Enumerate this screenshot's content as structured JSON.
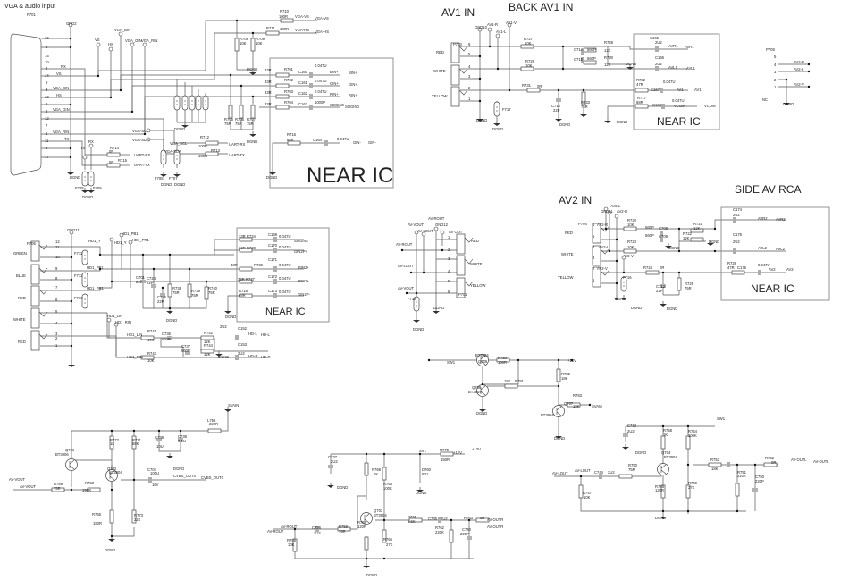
{
  "vga": {
    "labels": [
      "VGA & audio input",
      "P701",
      "GND2",
      "16",
      "5",
      "15",
      "10",
      "4",
      "14",
      "9",
      "3",
      "13",
      "8",
      "2",
      "12",
      "7",
      "1",
      "11",
      "6",
      "17",
      "RX",
      "VS",
      "VGA_BIN",
      "HS",
      "VGA_GIN",
      "VGA_RIN",
      "TX",
      "VS",
      "HS",
      "VGA_BIN",
      "VGA_GIN",
      "VGA_RIN",
      "R710",
      "100R",
      "VGA-VS",
      "VGA-VS",
      "R711",
      "100R",
      "VGA-HS",
      "VGA-HS",
      "R708",
      "10K",
      "R709",
      "10K",
      "DGND",
      "33R",
      "33R",
      "33R",
      "33R",
      "R701",
      "R702",
      "R703",
      "R704",
      "C160",
      "C161",
      "C162",
      "C163",
      "0.047U",
      "0.047U",
      "0.047U",
      "1000P",
      "BIN+",
      "GIN+",
      "RIN+",
      "SOGIN0",
      "BIN+",
      "GIN+",
      "RIN+",
      "SOGIN0",
      "R705",
      "75R",
      "R706",
      "75R",
      "R707",
      "75R",
      "DGND",
      "VGA-SCL",
      "VGA-SDA",
      "VGA_SCL",
      "VGA-SDA",
      "R712",
      "100R",
      "R713",
      "100R",
      "UART-RX",
      "UART-TX",
      "R714",
      "0R",
      "R715",
      "0R",
      "UART-RX",
      "UART-TX",
      "TX",
      "RX",
      "F706",
      "F707",
      "F708",
      "F709",
      "R716",
      "68R",
      "C164",
      "0.047U",
      "GIN-",
      "GIN-",
      "NEAR   IC",
      "DGND",
      "DGND",
      "DGND",
      "DGND",
      "DGND",
      "DGND"
    ]
  },
  "av1": {
    "labels": [
      "AV1 IN",
      "BACK AV1  IN",
      "P703",
      "GND10",
      "AV1-R",
      "AV1-L",
      "AV1-V",
      "RED",
      "WHITE",
      "YELLOW",
      "6",
      "5",
      "4",
      "3",
      "2",
      "1",
      "R727",
      "10K",
      "R729",
      "10K",
      "R731",
      "0R",
      "C714",
      "560P",
      "C715",
      "560P",
      "R728",
      "12K",
      "R730",
      "12K",
      "DGND",
      "C165",
      "2U2",
      "AVR1",
      "AVR1",
      "C166",
      "2U2",
      "AVL1",
      "AVL1",
      "R732",
      "47R",
      "C167",
      "0.047U",
      "AV1",
      "AV1",
      "R717",
      "68R",
      "C168",
      "0.047U",
      "VCOM",
      "VCOM",
      "DGND",
      "C710",
      "22P",
      "R733",
      "75R",
      "DGND",
      "F717",
      "DGND",
      "DGND",
      "NEAR   IC",
      "P708",
      "5",
      "4",
      "3",
      "2",
      "1",
      "AV2-R",
      "AV2-L",
      "AV2-V",
      "NC",
      "DGND"
    ]
  },
  "hd": {
    "labels": [
      "P706",
      "GND11",
      "GREEN",
      "BLUE",
      "RED",
      "WHITE",
      "RED",
      "12",
      "11",
      "10",
      "9",
      "8",
      "7",
      "6",
      "5",
      "4",
      "3",
      "2",
      "1",
      "HD1_Y",
      "HD1_PB1",
      "HD1_PR1",
      "F711",
      "F712",
      "F713",
      "HD1_PB1",
      "HD1_Y",
      "HD1_PR1",
      "C701",
      "22P",
      "C724",
      "22P",
      "C725",
      "22P",
      "R738",
      "75R",
      "R739",
      "75R",
      "R740",
      "75R",
      "DGND",
      "33R  R734",
      "33R  R728",
      "C169",
      "C170",
      "C171",
      "C172",
      "C173",
      "0.047U",
      "0.047U",
      "0.047U",
      "0.047U",
      "0.047U",
      "SOGIN2",
      "GIN2P+",
      "BIN2+",
      "RIN2+",
      "GIN2P-",
      "33R",
      "R736",
      "33R  R737",
      "R718",
      "68R",
      "DGND",
      "NEAR   IC",
      "HD1_LIN",
      "HD1_RIN",
      "HD1_LIN",
      "HD1_RIN",
      "R741",
      "10K",
      "R743",
      "10K",
      "C736",
      "560P",
      "C737",
      "560P",
      "R742",
      "12K",
      "R744",
      "12K",
      "DGND",
      "2U2",
      "C152",
      "HD-L",
      "HD-L",
      "C153",
      "2U2",
      "HD-R",
      "HD-R"
    ]
  },
  "avout": {
    "labels": [
      "AV-VOUT",
      "AV-ROUT",
      "GND12",
      "AV-LOUT",
      "AV OUT",
      "AV-ROUT",
      "AV-LOUT",
      "AV-VOUT",
      "1",
      "2",
      "3",
      "4",
      "5",
      "6",
      "RED",
      "WHITE",
      "YELLOW",
      "P702",
      "F718",
      "DGND",
      "DGND"
    ]
  },
  "av2": {
    "labels": [
      "AV2 IN",
      "SIDE AV RCA",
      "AV2-L",
      "GND11",
      "AV2-R",
      "P704",
      "AV2-R",
      "RED",
      "WHITE",
      "YELLOW",
      "6",
      "5",
      "4",
      "3",
      "2",
      "1",
      "AV2-L",
      "AV2-V",
      "AV2-V",
      "R720",
      "10K",
      "R723",
      "10K",
      "560P",
      "C708",
      "560P",
      "C709",
      "DGND",
      "R721",
      "12K",
      "R722",
      "12K",
      "DGND",
      "R724",
      "0R",
      "C712",
      "22P",
      "R725",
      "75R",
      "DGND",
      "F716",
      "DGND",
      "DGND",
      "C174",
      "2U2",
      "AVR2",
      "AVR2",
      "C175",
      "2U2",
      "AVL2",
      "AVL2",
      "R726",
      "47R",
      "C176",
      "0.047U",
      "AV2",
      "AV2",
      "NEAR   IC"
    ]
  },
  "power": {
    "labels": [
      "SW1",
      "BT3904",
      "Q705",
      "R780",
      "100R",
      "18K",
      "R781",
      "Q706",
      "BT3904",
      "DGND",
      "+12V",
      "R782",
      "18K",
      "Q707",
      "BT3904",
      "DGND",
      "R783",
      "18K",
      "SVAM"
    ]
  },
  "cvbs": {
    "labels": [
      "SVAIN",
      "L756",
      "220R",
      "C739",
      "10U",
      "C738",
      "0.1U",
      "DGND",
      "R772",
      "1K",
      "R771",
      "68K",
      "Q701",
      "BT3906",
      "Q702",
      "BT3904",
      "C704",
      "100U",
      "16V",
      "CVBS_OUT0",
      "CVBS_OUT0",
      "AV-VOUT",
      "AV-VOUT",
      "R789",
      "75R",
      "R758",
      "150R",
      "R765",
      "150R",
      "R773",
      "22K",
      "DGND"
    ]
  },
  "audr": {
    "labels": [
      "C737",
      "2U2",
      "DGND",
      "R768",
      "1K",
      "R764",
      "100K",
      "SV1",
      "R770",
      "150R",
      "+12V",
      "+12V",
      "D760",
      "5V1",
      "DGND",
      "Q703",
      "BT3904",
      "AV-ROUT",
      "AV-ROUT",
      "C736",
      "2U2",
      "R759",
      "75R",
      "R758",
      "120R",
      "R766",
      "27K",
      "R761",
      "5.6K",
      "C735",
      "2U2",
      "R762",
      "220K",
      "C740",
      "220P",
      "R763",
      "0R",
      "AV-OUTR",
      "AV-OUTR",
      "R756",
      "10K",
      "DGND"
    ]
  },
  "audl": {
    "labels": [
      "SW1",
      "C733",
      "2U2",
      "DGND",
      "R758",
      "1K",
      "R754",
      "100K",
      "Q704",
      "BT3904",
      "AV-LOUT",
      "AV-LOUT",
      "C744",
      "2U2",
      "R750",
      "75R",
      "R747",
      "10K",
      "R748",
      "120R",
      "R749",
      "27K",
      "R753",
      "18K",
      "R751",
      "220K",
      "C750",
      "220P",
      "R752",
      "0R",
      "AV-OUTL",
      "AV-OUTL",
      "DGND"
    ]
  },
  "colors": {
    "wire": "#555555",
    "text": "#222222",
    "box": "#888888"
  }
}
